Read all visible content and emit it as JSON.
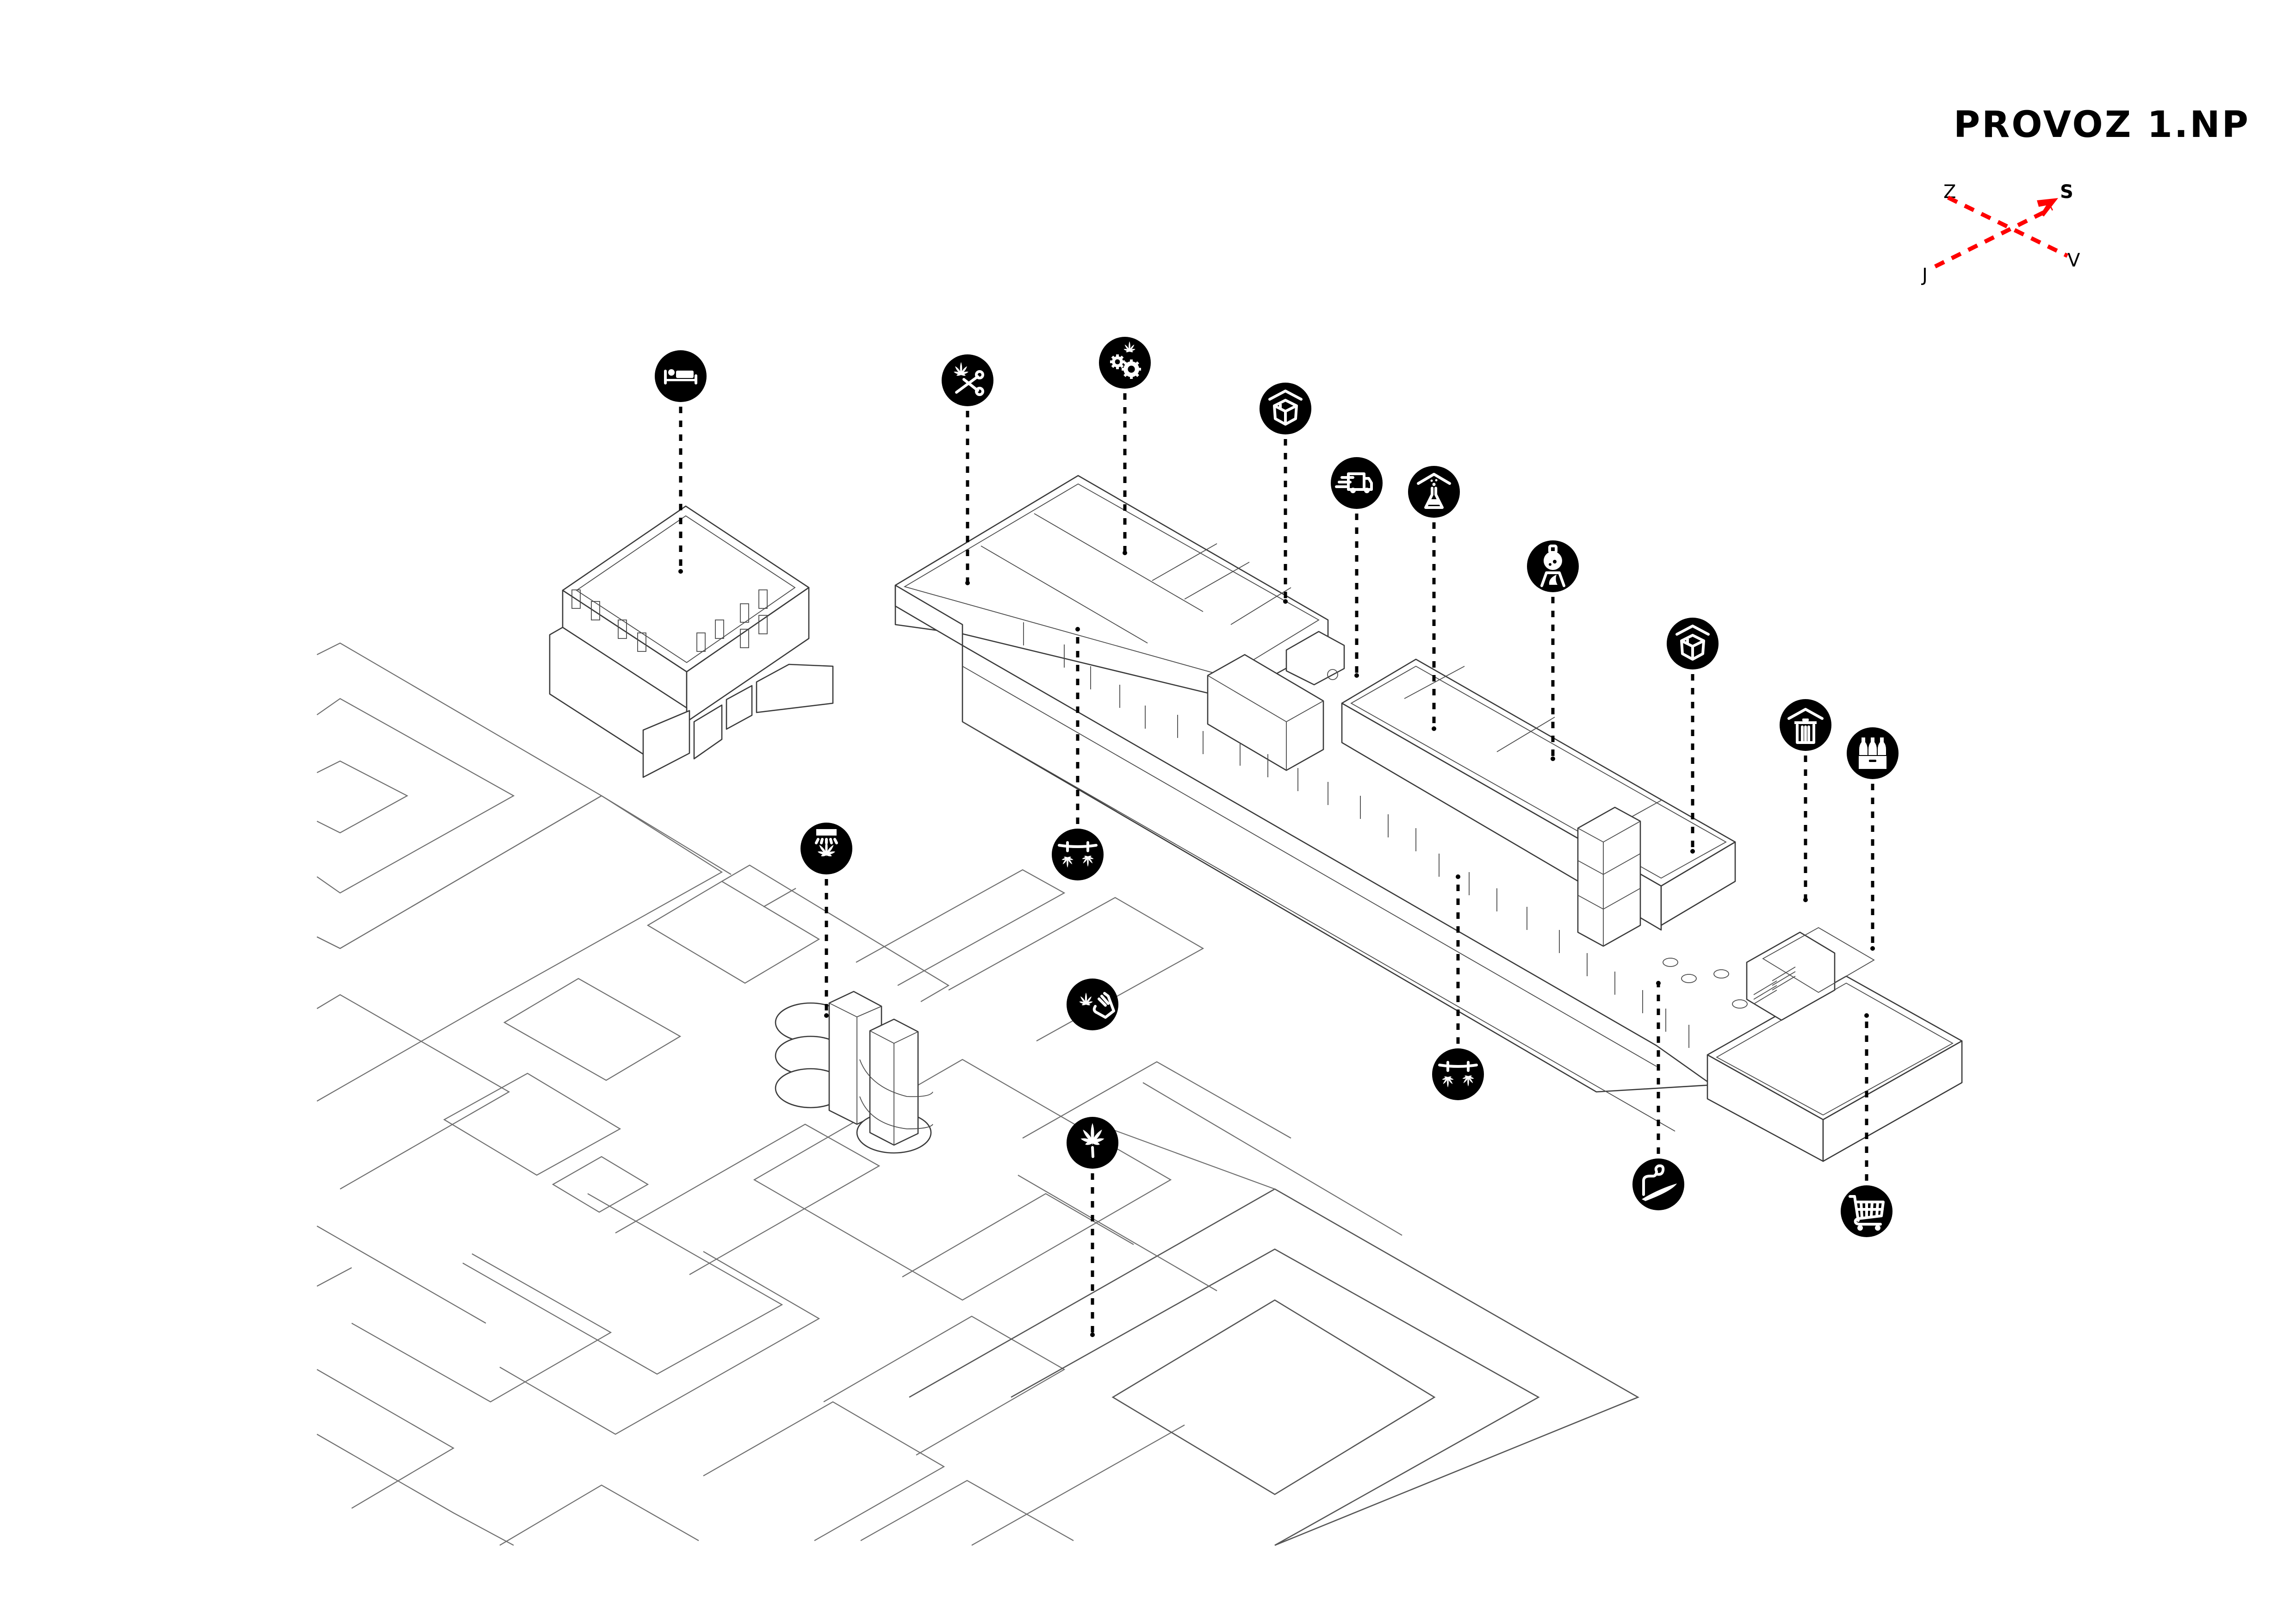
{
  "title": "PROVOZ 1.NP",
  "compass": {
    "north_label": "S",
    "south_label": "J",
    "west_label": "Z",
    "east_label": "V",
    "arrow_color": "#ff0000"
  },
  "line_color": "#6e6e6e",
  "icon_color": "#000000",
  "markers": [
    {
      "id": "accommodation",
      "icon": "bed-icon"
    },
    {
      "id": "trimming",
      "icon": "cannabis-scissors-icon"
    },
    {
      "id": "processing",
      "icon": "cannabis-gears-icon"
    },
    {
      "id": "storage-1",
      "icon": "storage-box-icon"
    },
    {
      "id": "delivery",
      "icon": "delivery-truck-icon"
    },
    {
      "id": "lab-storage",
      "icon": "flask-shelter-icon"
    },
    {
      "id": "extraction-lab",
      "icon": "flask-burner-icon"
    },
    {
      "id": "storage-2",
      "icon": "storage-box-icon"
    },
    {
      "id": "waste",
      "icon": "trash-shelter-icon"
    },
    {
      "id": "bottling",
      "icon": "bottle-crate-icon"
    },
    {
      "id": "grow-room",
      "icon": "grow-light-cannabis-icon"
    },
    {
      "id": "drying-1",
      "icon": "hanging-cannabis-icon"
    },
    {
      "id": "harvest",
      "icon": "hand-cannabis-icon"
    },
    {
      "id": "cultivation",
      "icon": "cannabis-leaf-icon"
    },
    {
      "id": "drying-2",
      "icon": "hanging-cannabis-icon"
    },
    {
      "id": "smoking-lounge",
      "icon": "joint-smoke-icon"
    },
    {
      "id": "shop",
      "icon": "shopping-cart-icon"
    }
  ]
}
